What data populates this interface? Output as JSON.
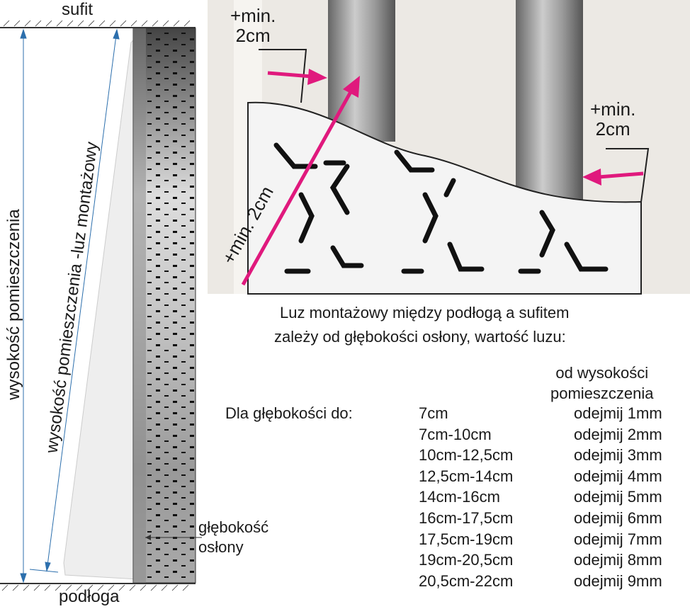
{
  "labels": {
    "ceiling": "sufit",
    "floor": "podłoga",
    "room_height": "wysokość pomieszczenia",
    "room_height_minus": "wysokość pomieszczenia -luz montażowy",
    "depth_line1": "głębokość",
    "depth_line2": "osłony"
  },
  "photo": {
    "min_left_1": "+min.",
    "min_left_2": "2cm",
    "min_right_1": "+min.",
    "min_right_2": "2cm",
    "min_diag": "+min. 2cm"
  },
  "info": {
    "line1": "Luz montażowy między podłogą a sufitem",
    "line2": "zależy od głębokości osłony, wartość luzu:",
    "col_head_1": "od wysokości",
    "col_head_2": "pomieszczenia",
    "row_label": "Dla głębokości do:"
  },
  "rows": [
    {
      "depth": "7cm",
      "deduct": "odejmij 1mm"
    },
    {
      "depth": "7cm-10cm",
      "deduct": "odejmij 2mm"
    },
    {
      "depth": "10cm-12,5cm",
      "deduct": "odejmij 3mm"
    },
    {
      "depth": "12,5cm-14cm",
      "deduct": "odejmij 4mm"
    },
    {
      "depth": "14cm-16cm",
      "deduct": "odejmij 5mm"
    },
    {
      "depth": "16cm-17,5cm",
      "deduct": "odejmij 6mm"
    },
    {
      "depth": "17,5cm-19cm",
      "deduct": "odejmij 7mm"
    },
    {
      "depth": "19cm-20,5cm",
      "deduct": "odejmij 8mm"
    },
    {
      "depth": "20,5cm-22cm",
      "deduct": "odejmij 9mm"
    }
  ],
  "colors": {
    "arrow": "#e0197d",
    "dim": "#2c6fad"
  }
}
